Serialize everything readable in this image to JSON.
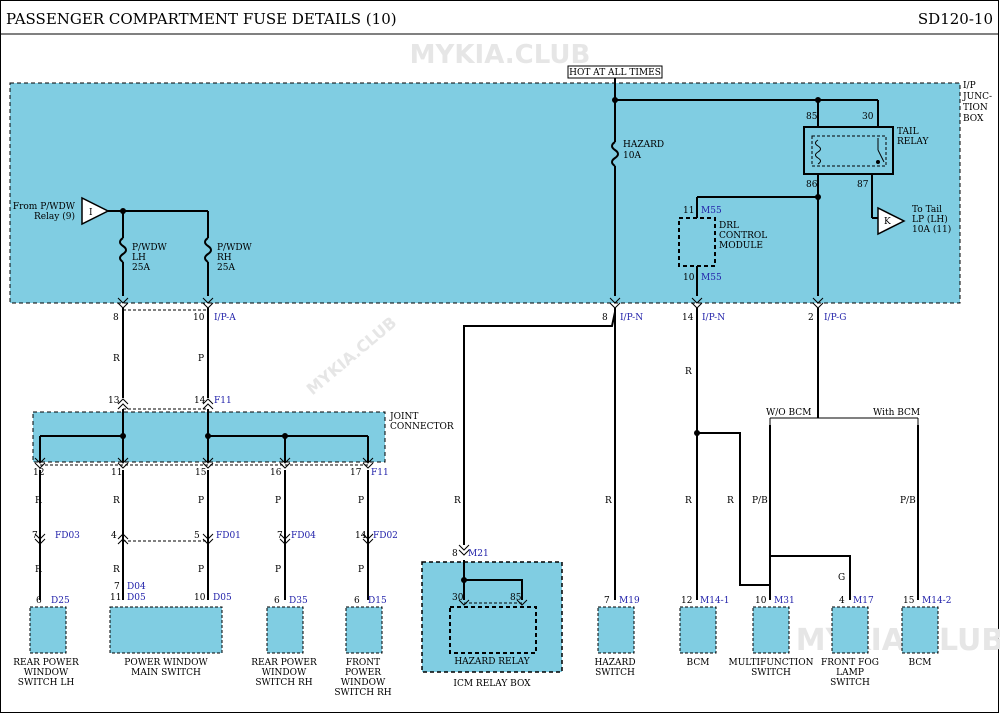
{
  "header": {
    "title": "PASSENGER COMPARTMENT FUSE DETAILS (10)",
    "code": "SD120-10"
  },
  "watermark": {
    "text": "MYKIA.CLUB"
  },
  "power": {
    "hot_label": "HOT AT ALL TIMES"
  },
  "ip_box": {
    "label_line1": "I/P",
    "label_line2": "JUNC-",
    "label_line3": "TION",
    "label_line4": "BOX"
  },
  "input_from": {
    "line1": "From P/WDW",
    "line2": "Relay (9)",
    "tag": "I"
  },
  "fuses": {
    "lh": {
      "line1": "P/WDW",
      "line2": "LH",
      "line3": "25A"
    },
    "rh": {
      "line1": "P/WDW",
      "line2": "RH",
      "line3": "25A"
    },
    "hazard": {
      "line1": "HAZARD",
      "line2": "10A"
    }
  },
  "tail_relay": {
    "line1": "TAIL",
    "line2": "RELAY",
    "pin85": "85",
    "pin30": "30",
    "pin86": "86",
    "pin87": "87"
  },
  "to_tail": {
    "line1": "To Tail",
    "line2": "LP (LH)",
    "line3": "10A (11)",
    "tag": "K"
  },
  "drl": {
    "line1": "DRL",
    "line2": "CONTROL",
    "line3": "MODULE",
    "pin_top": "11",
    "conn_top": "M55",
    "pin_bottom": "10",
    "conn_bottom": "M55"
  },
  "ip_pins": {
    "p8a": "8",
    "p10a": "10",
    "ipa": "I/P-A",
    "p8n": "8",
    "ipn1": "I/P-N",
    "p14n": "14",
    "ipn2": "I/P-N",
    "p2g": "2",
    "ipg": "I/P-G"
  },
  "wires": {
    "r": "R",
    "p": "P",
    "pb": "P/B",
    "g": "G"
  },
  "joint": {
    "label_line1": "JOINT",
    "label_line2": "CONNECTOR",
    "in13": "13",
    "in14": "14",
    "in_conn": "F11",
    "o12": "12",
    "o11": "11",
    "o15": "15",
    "o16": "16",
    "o17": "17",
    "out_conn": "F11"
  },
  "midconn": {
    "fd03_pin": "7",
    "fd03": "FD03",
    "j4": "4",
    "j5": "5",
    "fd01": "FD01",
    "fd04_pin": "7",
    "fd04": "FD04",
    "fd02_pin": "14",
    "fd02": "FD02"
  },
  "options": {
    "wo_bcm": "W/O BCM",
    "with_bcm": "With BCM"
  },
  "icm": {
    "pin": "8",
    "conn": "M21",
    "p30": "30",
    "p85": "85",
    "relay_label": "HAZARD RELAY",
    "box_label": "ICM RELAY BOX"
  },
  "components": [
    {
      "pin": "6",
      "conn": "D25",
      "l1": "REAR POWER",
      "l2": "WINDOW",
      "l3": "SWITCH LH",
      "l4": ""
    },
    {
      "pin": "7",
      "conn": "D04",
      "pin2": "11",
      "conn2": "D05",
      "pin3": "10",
      "conn3": "D05",
      "l1": "POWER WINDOW",
      "l2": "MAIN SWITCH",
      "l3": "",
      "l4": ""
    },
    {
      "pin": "6",
      "conn": "D35",
      "l1": "REAR POWER",
      "l2": "WINDOW",
      "l3": "SWITCH RH",
      "l4": ""
    },
    {
      "pin": "6",
      "conn": "D15",
      "l1": "FRONT",
      "l2": "POWER",
      "l3": "WINDOW",
      "l4": "SWITCH RH"
    },
    {
      "pin": "7",
      "conn": "M19",
      "l1": "HAZARD",
      "l2": "SWITCH",
      "l3": "",
      "l4": ""
    },
    {
      "pin": "12",
      "conn": "M14-1",
      "l1": "BCM",
      "l2": "",
      "l3": "",
      "l4": ""
    },
    {
      "pin": "10",
      "conn": "M31",
      "l1": "MULTIFUNCTION",
      "l2": "SWITCH",
      "l3": "",
      "l4": ""
    },
    {
      "pin": "4",
      "conn": "M17",
      "l1": "FRONT FOG",
      "l2": "LAMP",
      "l3": "SWITCH",
      "l4": ""
    },
    {
      "pin": "15",
      "conn": "M14-2",
      "l1": "BCM",
      "l2": "",
      "l3": "",
      "l4": ""
    }
  ]
}
